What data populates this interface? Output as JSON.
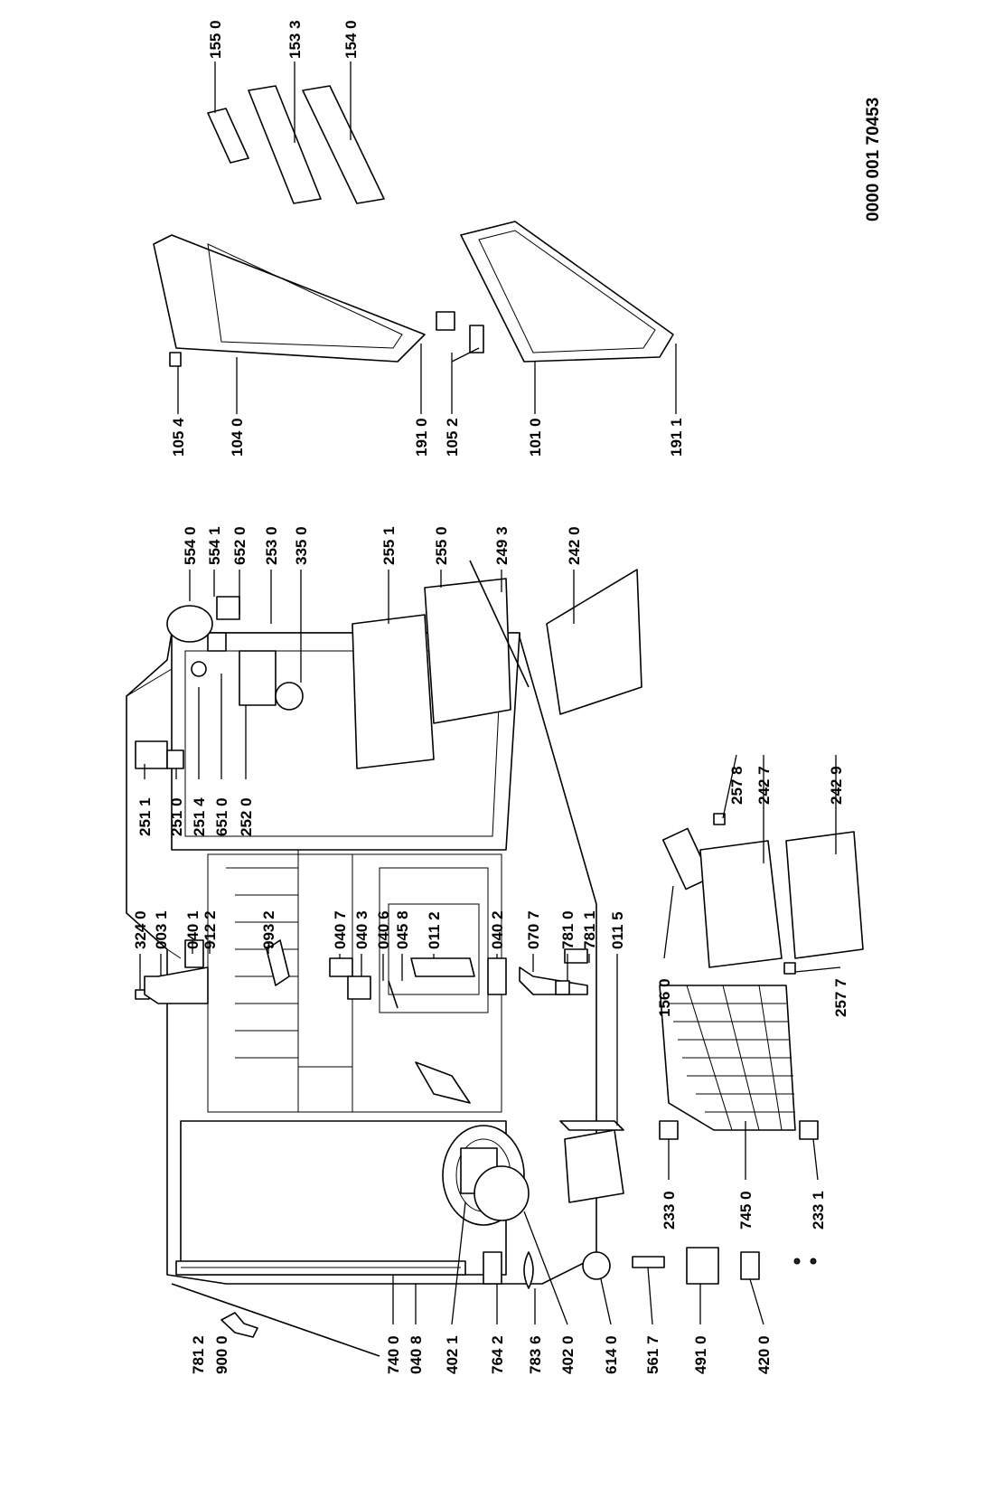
{
  "document_code": "0000 001 70453",
  "parts": [
    {
      "code": "155 0",
      "id": "p1550"
    },
    {
      "code": "153 3",
      "id": "p1533"
    },
    {
      "code": "154 0",
      "id": "p1540"
    },
    {
      "code": "105 4",
      "id": "p1054"
    },
    {
      "code": "104 0",
      "id": "p1040"
    },
    {
      "code": "191 0",
      "id": "p1910"
    },
    {
      "code": "105 2",
      "id": "p1052"
    },
    {
      "code": "101 0",
      "id": "p1010"
    },
    {
      "code": "191 1",
      "id": "p1911"
    },
    {
      "code": "554 0",
      "id": "p5540"
    },
    {
      "code": "554 1",
      "id": "p5541"
    },
    {
      "code": "652 0",
      "id": "p6520"
    },
    {
      "code": "253 0",
      "id": "p2530"
    },
    {
      "code": "335 0",
      "id": "p3350"
    },
    {
      "code": "255 1",
      "id": "p2551"
    },
    {
      "code": "255 0",
      "id": "p2550"
    },
    {
      "code": "249 3",
      "id": "p2493"
    },
    {
      "code": "242 0",
      "id": "p2420"
    },
    {
      "code": "251 1",
      "id": "p2511"
    },
    {
      "code": "251 0",
      "id": "p2510"
    },
    {
      "code": "251 4",
      "id": "p2514"
    },
    {
      "code": "651 0",
      "id": "p6510"
    },
    {
      "code": "252 0",
      "id": "p2520"
    },
    {
      "code": "324 0",
      "id": "p3240"
    },
    {
      "code": "003 1",
      "id": "p0031"
    },
    {
      "code": "040 1",
      "id": "p0401"
    },
    {
      "code": "912 2",
      "id": "p9122"
    },
    {
      "code": "993 2",
      "id": "p9932"
    },
    {
      "code": "040 7",
      "id": "p0407"
    },
    {
      "code": "040 3",
      "id": "p0403"
    },
    {
      "code": "040 6",
      "id": "p0406"
    },
    {
      "code": "045 8",
      "id": "p0458"
    },
    {
      "code": "011 2",
      "id": "p0112"
    },
    {
      "code": "040 2",
      "id": "p0402"
    },
    {
      "code": "070 7",
      "id": "p0707"
    },
    {
      "code": "781 0",
      "id": "p7810"
    },
    {
      "code": "781 1",
      "id": "p7811"
    },
    {
      "code": "011 5",
      "id": "p0115"
    },
    {
      "code": "156 0",
      "id": "p1560"
    },
    {
      "code": "257 8",
      "id": "p2578"
    },
    {
      "code": "242 7",
      "id": "p2427"
    },
    {
      "code": "242 9",
      "id": "p2429"
    },
    {
      "code": "257 7",
      "id": "p2577"
    },
    {
      "code": "233 0",
      "id": "p2330"
    },
    {
      "code": "745 0",
      "id": "p7450"
    },
    {
      "code": "233 1",
      "id": "p2331"
    },
    {
      "code": "781 2",
      "id": "p7812"
    },
    {
      "code": "900 0",
      "id": "p9000"
    },
    {
      "code": "740 0",
      "id": "p7400"
    },
    {
      "code": "040 8",
      "id": "p0408"
    },
    {
      "code": "402 1",
      "id": "p4021"
    },
    {
      "code": "764 2",
      "id": "p7642"
    },
    {
      "code": "783 6",
      "id": "p7836"
    },
    {
      "code": "402 0",
      "id": "p4020"
    },
    {
      "code": "614 0",
      "id": "p6140"
    },
    {
      "code": "561 7",
      "id": "p5617"
    },
    {
      "code": "491 0",
      "id": "p4910"
    },
    {
      "code": "420 0",
      "id": "p4200"
    }
  ]
}
